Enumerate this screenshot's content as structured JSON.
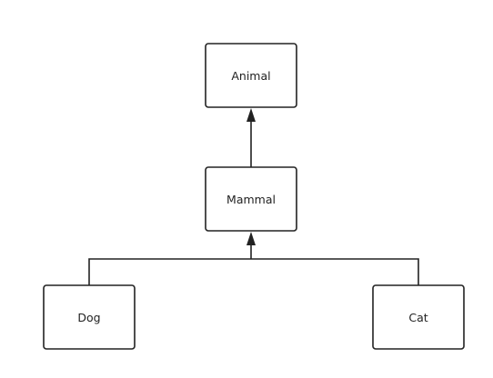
{
  "diagram": {
    "type": "inheritance-tree",
    "nodes": [
      {
        "id": "animal",
        "label": "Animal"
      },
      {
        "id": "mammal",
        "label": "Mammal"
      },
      {
        "id": "dog",
        "label": "Dog"
      },
      {
        "id": "cat",
        "label": "Cat"
      }
    ],
    "edges": [
      {
        "from": "mammal",
        "to": "animal",
        "kind": "inheritance-arrow"
      },
      {
        "from": "dog",
        "to": "mammal",
        "kind": "inheritance-arrow"
      },
      {
        "from": "cat",
        "to": "mammal",
        "kind": "inheritance-arrow"
      }
    ],
    "colors": {
      "stroke": "#222222",
      "background": "#ffffff"
    }
  }
}
